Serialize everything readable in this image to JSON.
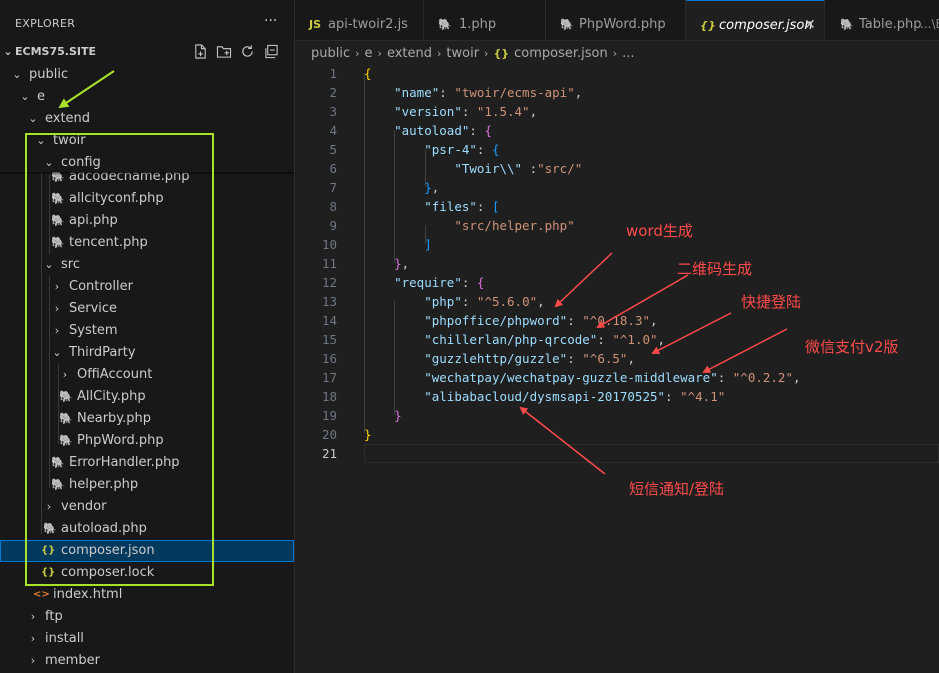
{
  "sidebar": {
    "title": "EXPLORER",
    "more_icon": "ellipsis-icon",
    "root_label": "ECMS75.SITE",
    "toolbar_icons": [
      "new-file-icon",
      "new-folder-icon",
      "refresh-icon",
      "collapse-all-icon"
    ],
    "tree": [
      {
        "label": "public",
        "kind": "folder",
        "open": true
      },
      {
        "label": "e",
        "kind": "folder",
        "open": true
      },
      {
        "label": "extend",
        "kind": "folder",
        "open": true
      },
      {
        "label": "twoir",
        "kind": "folder",
        "open": true
      },
      {
        "label": "config",
        "kind": "folder",
        "open": true
      },
      {
        "label": "adcodecname.php",
        "kind": "php"
      },
      {
        "label": "allcityconf.php",
        "kind": "php"
      },
      {
        "label": "api.php",
        "kind": "php"
      },
      {
        "label": "tencent.php",
        "kind": "php"
      },
      {
        "label": "src",
        "kind": "folder",
        "open": true
      },
      {
        "label": "Controller",
        "kind": "folder",
        "open": false
      },
      {
        "label": "Service",
        "kind": "folder",
        "open": false
      },
      {
        "label": "System",
        "kind": "folder",
        "open": false
      },
      {
        "label": "ThirdParty",
        "kind": "folder",
        "open": true
      },
      {
        "label": "OffiAccount",
        "kind": "folder",
        "open": false
      },
      {
        "label": "AllCity.php",
        "kind": "php"
      },
      {
        "label": "Nearby.php",
        "kind": "php"
      },
      {
        "label": "PhpWord.php",
        "kind": "php"
      },
      {
        "label": "ErrorHandler.php",
        "kind": "php"
      },
      {
        "label": "helper.php",
        "kind": "php"
      },
      {
        "label": "vendor",
        "kind": "folder",
        "open": false
      },
      {
        "label": "autoload.php",
        "kind": "php"
      },
      {
        "label": "composer.json",
        "kind": "json"
      },
      {
        "label": "composer.lock",
        "kind": "json"
      },
      {
        "label": "index.html",
        "kind": "html"
      },
      {
        "label": "ftp",
        "kind": "folder",
        "open": false
      },
      {
        "label": "install",
        "kind": "folder",
        "open": false
      },
      {
        "label": "member",
        "kind": "folder",
        "open": false
      }
    ]
  },
  "tabs": [
    {
      "label": "api-twoir2.js",
      "icon": "JS",
      "kind": "js"
    },
    {
      "label": "1.php",
      "icon": "php-icon",
      "kind": "php"
    },
    {
      "label": "PhpWord.php",
      "icon": "php-icon",
      "kind": "php"
    },
    {
      "label": "composer.json",
      "icon": "{}",
      "kind": "json",
      "active": true
    },
    {
      "label": "Table.php",
      "desc": "...\\E",
      "icon": "php-icon",
      "kind": "php"
    }
  ],
  "breadcrumb": {
    "parts": [
      "public",
      "e",
      "extend",
      "twoir"
    ],
    "file": "composer.json",
    "tail": "..."
  },
  "editor": {
    "lines": [
      [
        [
          "p1",
          "{"
        ]
      ],
      [
        [
          "t",
          "    "
        ],
        [
          "k",
          "\"name\""
        ],
        [
          "t",
          ": "
        ],
        [
          "s",
          "\"twoir/ecms-api\""
        ],
        [
          "t",
          ","
        ]
      ],
      [
        [
          "t",
          "    "
        ],
        [
          "k",
          "\"version\""
        ],
        [
          "t",
          ": "
        ],
        [
          "s",
          "\"1.5.4\""
        ],
        [
          "t",
          ","
        ]
      ],
      [
        [
          "t",
          "    "
        ],
        [
          "k",
          "\"autoload\""
        ],
        [
          "t",
          ": "
        ],
        [
          "p2",
          "{"
        ]
      ],
      [
        [
          "t",
          "        "
        ],
        [
          "k",
          "\"psr-4\""
        ],
        [
          "t",
          ": "
        ],
        [
          "p3",
          "{"
        ]
      ],
      [
        [
          "t",
          "            "
        ],
        [
          "k",
          "\"Twoir\\\\\""
        ],
        [
          "t",
          " :"
        ],
        [
          "s",
          "\"src/\""
        ]
      ],
      [
        [
          "t",
          "        "
        ],
        [
          "p3",
          "}"
        ],
        [
          "t",
          ","
        ]
      ],
      [
        [
          "t",
          "        "
        ],
        [
          "k",
          "\"files\""
        ],
        [
          "t",
          ": "
        ],
        [
          "p3",
          "["
        ]
      ],
      [
        [
          "t",
          "            "
        ],
        [
          "s",
          "\"src/helper.php\""
        ]
      ],
      [
        [
          "t",
          "        "
        ],
        [
          "p3",
          "]"
        ]
      ],
      [
        [
          "t",
          "    "
        ],
        [
          "p2",
          "}"
        ],
        [
          "t",
          ","
        ]
      ],
      [
        [
          "t",
          "    "
        ],
        [
          "k",
          "\"require\""
        ],
        [
          "t",
          ": "
        ],
        [
          "p2",
          "{"
        ]
      ],
      [
        [
          "t",
          "        "
        ],
        [
          "k",
          "\"php\""
        ],
        [
          "t",
          ": "
        ],
        [
          "s",
          "\"^5.6.0\""
        ],
        [
          "t",
          ","
        ]
      ],
      [
        [
          "t",
          "        "
        ],
        [
          "k",
          "\"phpoffice/phpword\""
        ],
        [
          "t",
          ": "
        ],
        [
          "s",
          "\"^0.18.3\""
        ],
        [
          "t",
          ","
        ]
      ],
      [
        [
          "t",
          "        "
        ],
        [
          "k",
          "\"chillerlan/php-qrcode\""
        ],
        [
          "t",
          ": "
        ],
        [
          "s",
          "\"^1.0\""
        ],
        [
          "t",
          ","
        ]
      ],
      [
        [
          "t",
          "        "
        ],
        [
          "k",
          "\"guzzlehttp/guzzle\""
        ],
        [
          "t",
          ": "
        ],
        [
          "s",
          "\"^6.5\""
        ],
        [
          "t",
          ","
        ]
      ],
      [
        [
          "t",
          "        "
        ],
        [
          "k",
          "\"wechatpay/wechatpay-guzzle-middleware\""
        ],
        [
          "t",
          ": "
        ],
        [
          "s",
          "\"^0.2.2\""
        ],
        [
          "t",
          ","
        ]
      ],
      [
        [
          "t",
          "        "
        ],
        [
          "k",
          "\"alibabacloud/dysmsapi-20170525\""
        ],
        [
          "t",
          ": "
        ],
        [
          "s",
          "\"^4.1\""
        ]
      ],
      [
        [
          "t",
          "    "
        ],
        [
          "p2",
          "}"
        ]
      ],
      [
        [
          "p1",
          "}"
        ]
      ],
      [
        [
          "t",
          ""
        ]
      ]
    ],
    "line_numbers": [
      "1",
      "2",
      "3",
      "4",
      "5",
      "6",
      "7",
      "8",
      "9",
      "10",
      "11",
      "12",
      "13",
      "14",
      "15",
      "16",
      "17",
      "18",
      "19",
      "20",
      "21"
    ]
  },
  "annotations": [
    {
      "text": "word生成"
    },
    {
      "text": "二维码生成"
    },
    {
      "text": "快捷登陆"
    },
    {
      "text": "微信支付v2版"
    },
    {
      "text": "短信通知/登陆"
    }
  ],
  "colors": {
    "annotation_red": "#ff4a4a",
    "highlight_green": "#a8e22a",
    "selection_blue": "#04395e"
  }
}
